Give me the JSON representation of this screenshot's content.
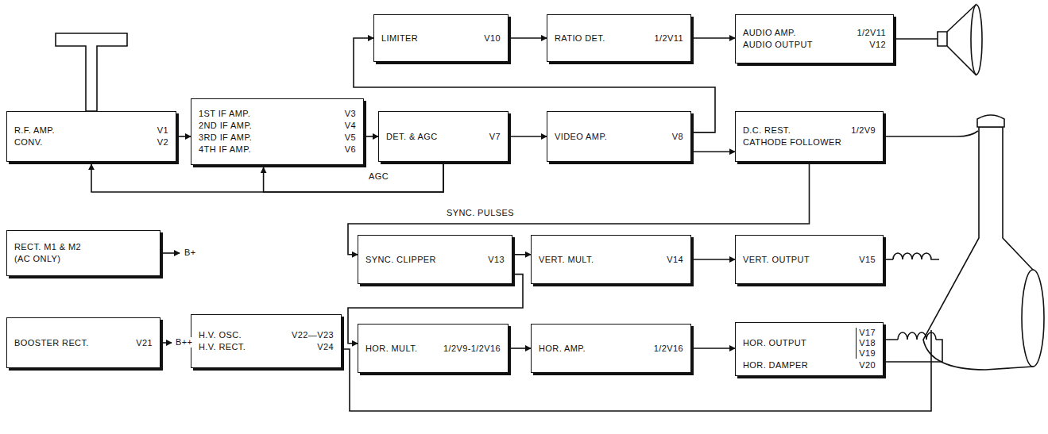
{
  "diagram": {
    "nodes": [
      {
        "text": [
          "LIMITER",
          "V10"
        ]
      },
      {
        "text": [
          "RATIO DET.",
          "1/2V11"
        ]
      },
      {
        "text": [
          "AUDIO AMP.",
          "1/2V11",
          "AUDIO OUTPUT",
          "V12"
        ]
      },
      {
        "text": [
          "R.F. AMP.",
          "V1",
          "CONV.",
          "V2"
        ]
      },
      {
        "text": [
          "1ST IF AMP.",
          "V3",
          "2ND IF AMP.",
          "V4",
          "3RD IF AMP.",
          "V5",
          "4TH IF AMP.",
          "V6"
        ]
      },
      {
        "text": [
          "DET. & AGC",
          "V7"
        ]
      },
      {
        "text": [
          "VIDEO AMP.",
          "V8"
        ]
      },
      {
        "text": [
          "D.C. REST.",
          "1/2V9",
          "CATHODE FOLLOWER"
        ]
      },
      {
        "text": [
          "RECT. M1 & M2",
          "(AC ONLY)"
        ]
      },
      {
        "text": [
          "SYNC. CLIPPER",
          "V13"
        ]
      },
      {
        "text": [
          "VERT. MULT.",
          "V14"
        ]
      },
      {
        "text": [
          "VERT. OUTPUT",
          "V15"
        ]
      },
      {
        "text": [
          "BOOSTER RECT.",
          "V21"
        ]
      },
      {
        "text": [
          "H.V. OSC.",
          "V22—V23",
          "H.V. RECT.",
          "V24"
        ]
      },
      {
        "text": [
          "HOR. MULT.",
          "1/2V9-1/2V16"
        ]
      },
      {
        "text": [
          "HOR. AMP.",
          "1/2V16"
        ]
      },
      {
        "text": [
          "HOR. OUTPUT",
          "V17",
          "V18",
          "V19",
          "HOR. DAMPER",
          "V20"
        ]
      }
    ],
    "edges": [
      {
        "from": 3,
        "to": 4,
        "arrow": "to"
      },
      {
        "from": 4,
        "to": 5,
        "arrow": "to"
      },
      {
        "from": 5,
        "to": 6,
        "arrow": "to"
      },
      {
        "from": 6,
        "to": 0,
        "arrow": "to"
      },
      {
        "from": 6,
        "to": 7,
        "arrow": "to"
      },
      {
        "from": 0,
        "to": 1,
        "arrow": "to"
      },
      {
        "from": 1,
        "to": 2,
        "arrow": "to"
      },
      {
        "from": 5,
        "to": 3,
        "arrow": "to"
      },
      {
        "from": 5,
        "to": 4,
        "arrow": "to"
      },
      {
        "from": 7,
        "to": 9,
        "arrow": "to"
      },
      {
        "from": 9,
        "to": 10,
        "arrow": "to"
      },
      {
        "from": 10,
        "to": 11,
        "arrow": "to"
      },
      {
        "from": 9,
        "to": 14,
        "arrow": "to"
      },
      {
        "from": 14,
        "to": 15,
        "arrow": "to"
      },
      {
        "from": 15,
        "to": 16,
        "arrow": "to"
      }
    ],
    "labels": [
      "AGC",
      "SYNC. PULSES",
      "B+",
      "B++"
    ]
  }
}
